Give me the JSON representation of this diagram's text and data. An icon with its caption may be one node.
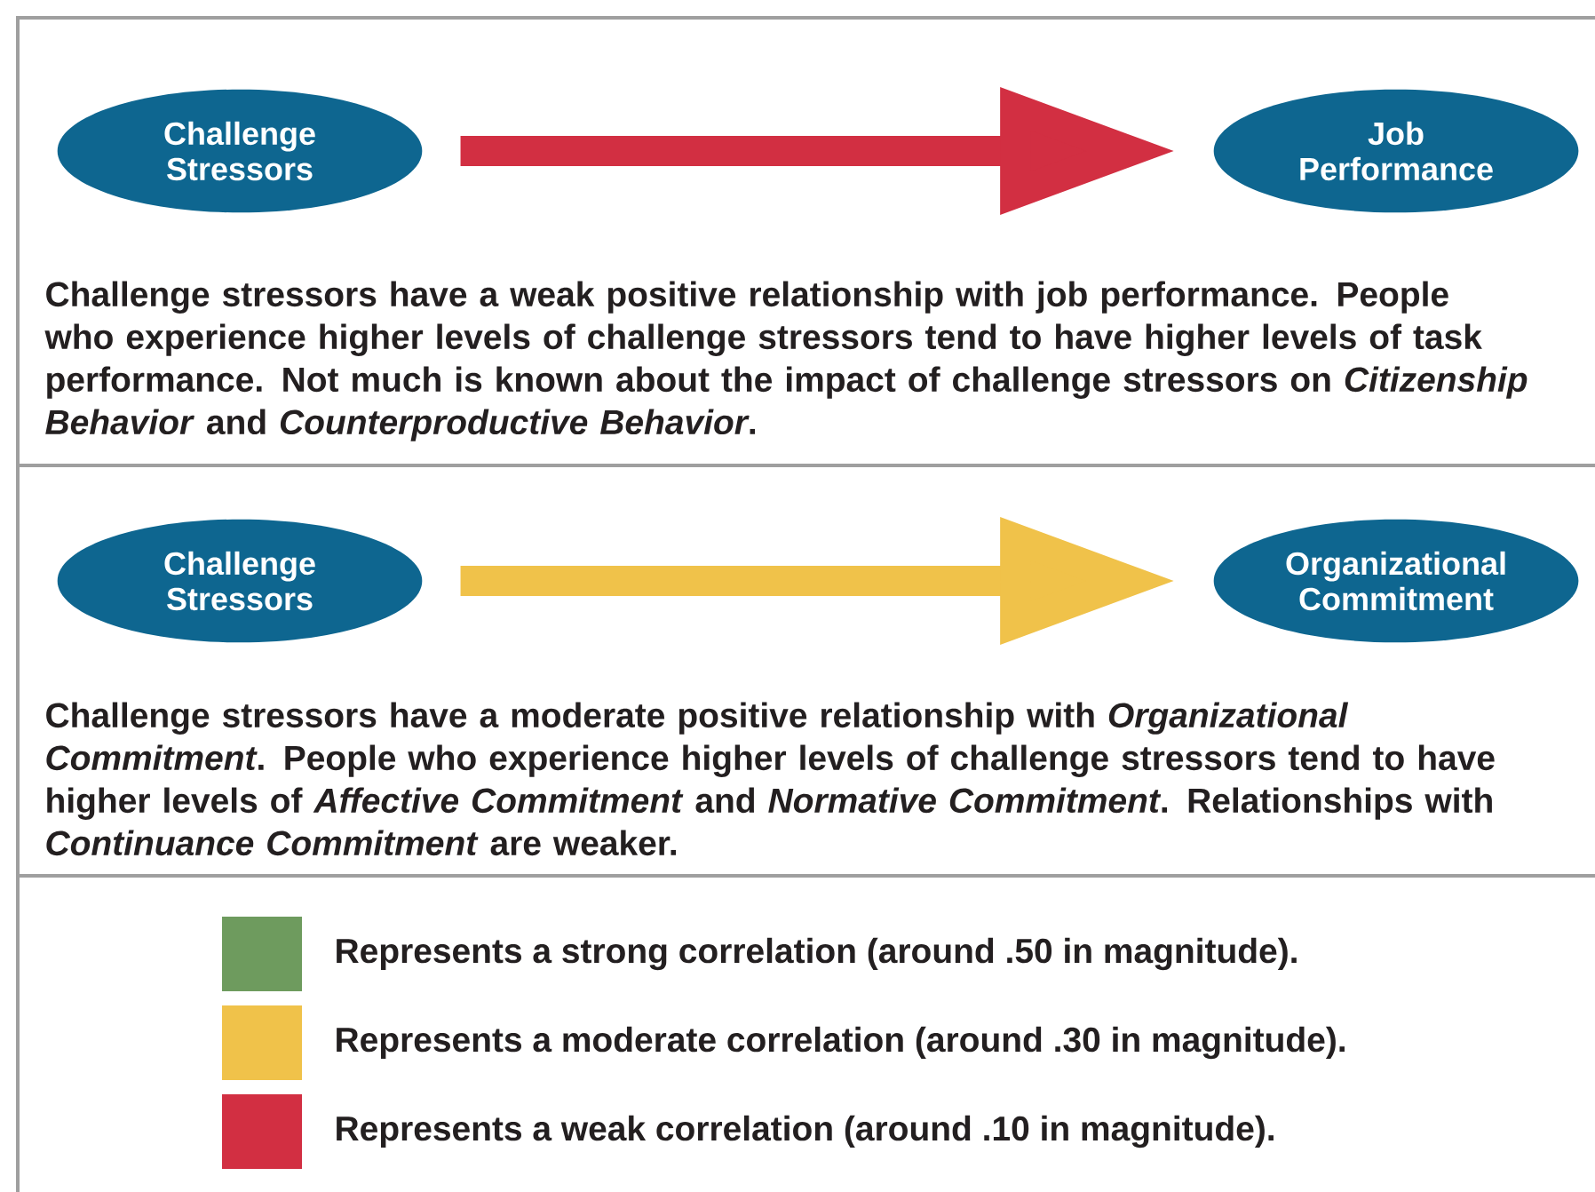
{
  "diagram": {
    "nodes": [
      {
        "text": [
          "Challenge Stressors"
        ]
      },
      {
        "text": [
          "Job Performance"
        ]
      },
      {
        "text": [
          "Challenge Stressors"
        ]
      },
      {
        "text": [
          "Organizational Commitment"
        ]
      }
    ],
    "edges": [
      {
        "from": 0,
        "to": 1,
        "arrow": "to",
        "color": "#d22f42"
      },
      {
        "from": 2,
        "to": 3,
        "arrow": "to",
        "color": "#f0c24a"
      }
    ],
    "labels": [
      "Challenge stressors have a weak positive relationship with job performance. People who experience higher levels of challenge stressors tend to have higher levels of task performance. Not much is known about the impact of challenge stressors on *Citizenship Behavior* and *Counterproductive Behavior*.",
      "Challenge stressors have a moderate positive relationship with *Organizational Commitment*. People who experience higher levels of challenge stressors tend to have higher levels of *Affective Commitment* and *Normative Commitment*. Relationships with *Continuance Commitment* are weaker."
    ],
    "legend": [
      {
        "text": "Represents a strong correlation (around .50 in magnitude).",
        "color": "#6e9b5e"
      },
      {
        "text": "Represents a moderate correlation (around .30 in magnitude).",
        "color": "#f0c24a"
      },
      {
        "text": "Represents a weak correlation (around .10 in magnitude).",
        "color": "#d22f42"
      }
    ]
  }
}
